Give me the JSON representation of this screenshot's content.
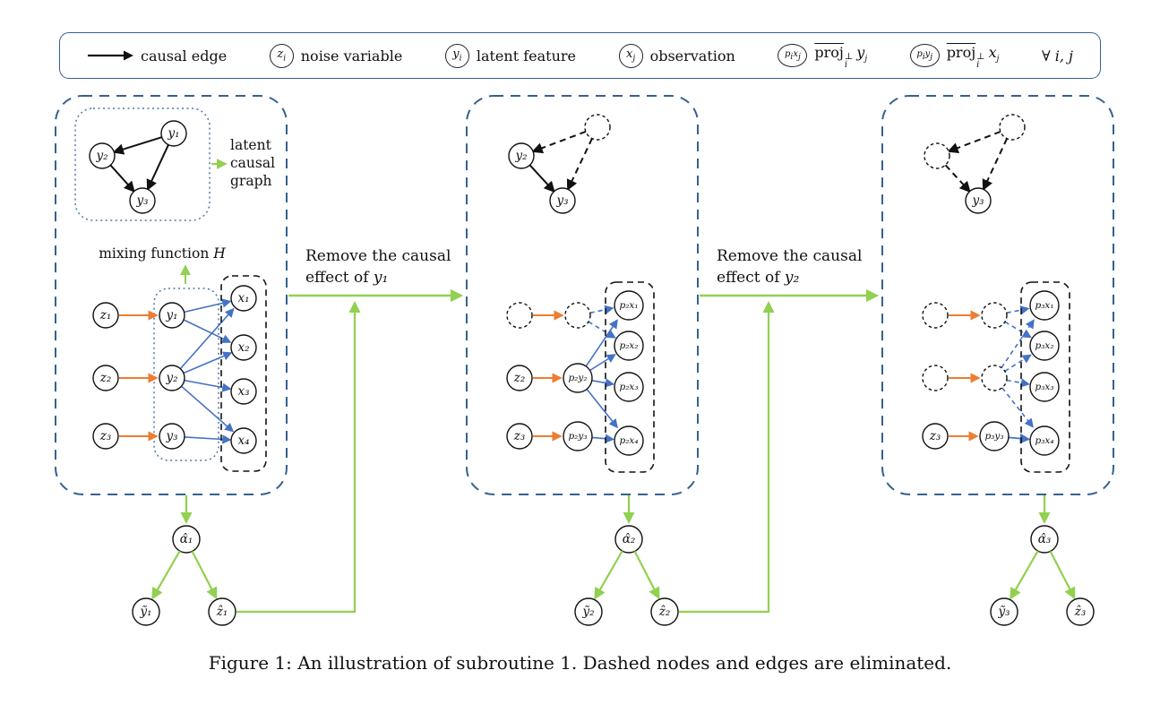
{
  "colors": {
    "panel_border": "#36618E",
    "green": "#92D050",
    "orange": "#ED7D31",
    "blue": "#4472C4",
    "black": "#111111"
  },
  "legend": {
    "causal_edge_label": "causal edge",
    "noise": {
      "base": "z",
      "sub": "i",
      "label": "noise variable"
    },
    "latent": {
      "base": "y",
      "sub": "i",
      "label": "latent feature"
    },
    "obs": {
      "base": "x",
      "sub": "j",
      "label": "observation"
    },
    "proj_y": {
      "sym_b1": "p",
      "sym_s1": "i",
      "sym_b2": "x",
      "sym_s2": "j",
      "word": "proj",
      "sup": "⊥",
      "sub": "i",
      "arg_b": "y",
      "arg_s": "j"
    },
    "proj_x": {
      "sym_b1": "p",
      "sym_s1": "i",
      "sym_b2": "y",
      "sym_s2": "j",
      "word": "proj",
      "sup": "⊥",
      "sub": "i",
      "arg_b": "x",
      "arg_s": "j"
    },
    "forall": "∀ i, j"
  },
  "panel1": {
    "latent_label_line1": "latent",
    "latent_label_line2": "causal",
    "latent_label_line3": "graph",
    "graph": {
      "y1": "y₁",
      "y2": "y₂",
      "y3": "y₃"
    },
    "mixing_text": "mixing  function ",
    "mixing_math": "H",
    "z1": "z₁",
    "z2": "z₂",
    "z3": "z₃",
    "y1": "y₁",
    "y2": "y₂",
    "y3": "y₃",
    "x1": "x₁",
    "x2": "x₂",
    "x3": "x₃",
    "x4": "x₄",
    "alpha": "α̂₁",
    "ytilde": "ỹ₁",
    "zhat": "ẑ₁"
  },
  "transition1": {
    "line1": "Remove the causal",
    "line2_prefix": "effect of ",
    "line2_math": "y₁"
  },
  "panel2": {
    "graph": {
      "y2": "y₂",
      "y3": "y₃"
    },
    "z2": "z₂",
    "z3": "z₃",
    "py2": "p₂y₂",
    "py3": "p₂y₃",
    "x1": "p₂x₁",
    "x2": "p₂x₂",
    "x3": "p₂x₃",
    "x4": "p₂x₄",
    "alpha": "α̂₂",
    "ytilde": "ỹ₂",
    "zhat": "ẑ₂"
  },
  "transition2": {
    "line1": "Remove the causal",
    "line2_prefix": "effect of ",
    "line2_math": "y₂"
  },
  "panel3": {
    "graph": {
      "y3": "y₃"
    },
    "z3": "z₃",
    "py3": "p₃y₃",
    "x1": "p₃x₁",
    "x2": "p₃x₂",
    "x3": "p₃x₃",
    "x4": "p₃x₄",
    "alpha": "α̂₃",
    "ytilde": "ỹ₃",
    "zhat": "ẑ₃"
  },
  "caption": "Figure 1: An illustration of subroutine 1. Dashed nodes and edges are eliminated."
}
